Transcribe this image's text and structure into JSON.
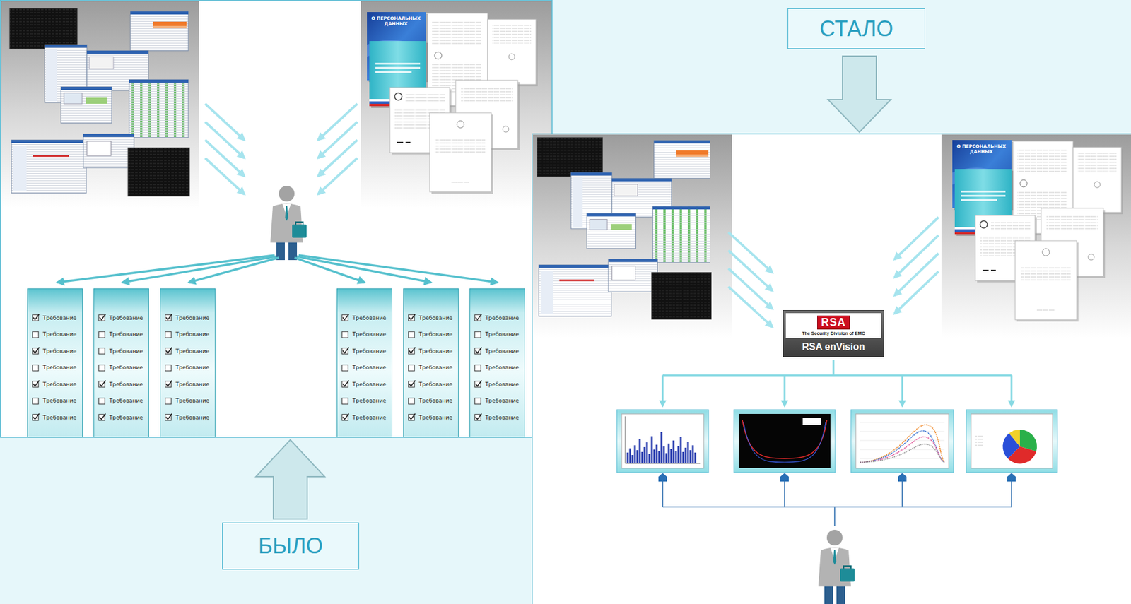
{
  "diagram": {
    "nodes": [
      {
        "text": [
          "Требование",
          "Требование",
          "Требование",
          "Требование",
          "Требование",
          "Требование",
          "Требование"
        ]
      },
      {
        "text": [
          "Требование",
          "Требование",
          "Требование",
          "Требование",
          "Требование",
          "Требование",
          "Требование"
        ]
      },
      {
        "text": [
          "Требование",
          "Требование",
          "Требование",
          "Требование",
          "Требование",
          "Требование",
          "Требование"
        ]
      },
      {
        "text": [
          "Требование",
          "Требование",
          "Требование",
          "Требование",
          "Требование",
          "Требование",
          "Требование"
        ]
      },
      {
        "text": [
          "Требование",
          "Требование",
          "Требование",
          "Требование",
          "Требование",
          "Требование",
          "Требование"
        ]
      },
      {
        "text": [
          "Требование",
          "Требование",
          "Требование",
          "Требование",
          "Требование",
          "Требование",
          "Требование"
        ]
      },
      {
        "text": [
          "БЫЛО"
        ]
      },
      {
        "text": [
          "СТАЛО"
        ]
      },
      {
        "text": [
          "RSA",
          "The Security Division of EMC",
          "RSA enVision"
        ]
      }
    ],
    "labels": [
      "О ПЕРСОНАЛЬНЫХ ДАННЫХ",
      "О ПЕРСОНАЛЬНЫХ ДАННЫХ"
    ]
  }
}
